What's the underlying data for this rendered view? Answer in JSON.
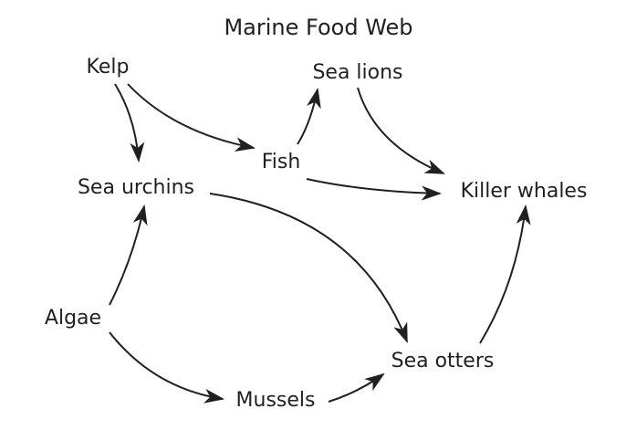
{
  "title": "Marine Food Web",
  "organisms": {
    "kelp": "Kelp",
    "sea_lions": "Sea lions",
    "fish": "Fish",
    "sea_urchins": "Sea urchins",
    "killer_whales": "Killer whales",
    "algae": "Algae",
    "sea_otters": "Sea otters",
    "mussels": "Mussels"
  },
  "links": [
    {
      "from": "Kelp",
      "to": "Sea urchins"
    },
    {
      "from": "Kelp",
      "to": "Fish"
    },
    {
      "from": "Fish",
      "to": "Sea lions"
    },
    {
      "from": "Fish",
      "to": "Killer whales"
    },
    {
      "from": "Sea lions",
      "to": "Killer whales"
    },
    {
      "from": "Sea urchins",
      "to": "Sea otters"
    },
    {
      "from": "Algae",
      "to": "Sea urchins"
    },
    {
      "from": "Algae",
      "to": "Mussels"
    },
    {
      "from": "Mussels",
      "to": "Sea otters"
    },
    {
      "from": "Sea otters",
      "to": "Killer whales"
    }
  ],
  "colors": {
    "ink": "#231f20",
    "background": "#ffffff"
  }
}
